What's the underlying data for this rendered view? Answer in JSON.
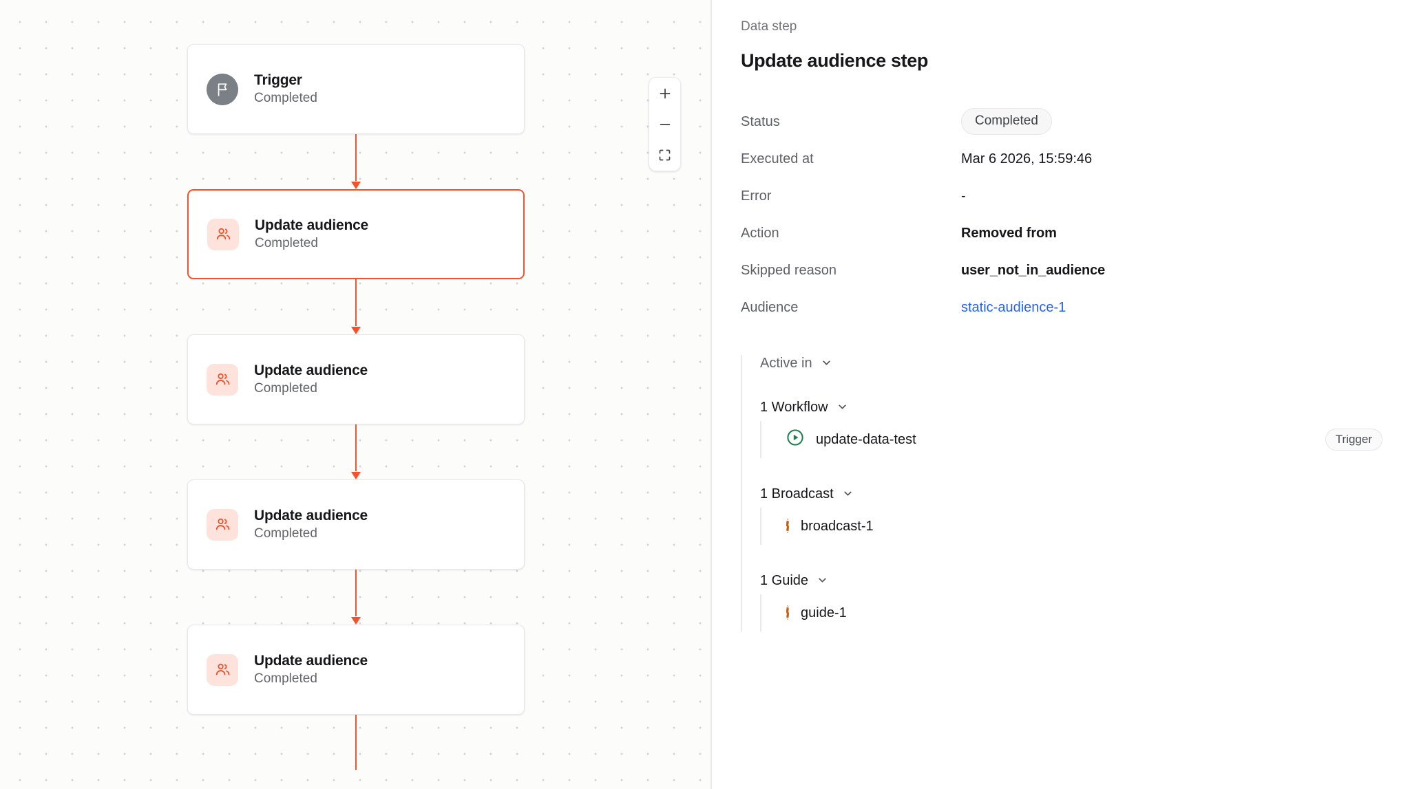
{
  "canvas": {
    "zoom_controls": {
      "zoom_in": "+",
      "zoom_out": "−",
      "fit_view": "fit-view"
    },
    "nodes": [
      {
        "title": "Trigger",
        "status": "Completed",
        "icon": "flag-icon",
        "selected": false
      },
      {
        "title": "Update audience",
        "status": "Completed",
        "icon": "users-icon",
        "selected": true
      },
      {
        "title": "Update audience",
        "status": "Completed",
        "icon": "users-icon",
        "selected": false
      },
      {
        "title": "Update audience",
        "status": "Completed",
        "icon": "users-icon",
        "selected": false
      },
      {
        "title": "Update audience",
        "status": "Completed",
        "icon": "users-icon",
        "selected": false
      }
    ]
  },
  "panel": {
    "eyebrow": "Data step",
    "title": "Update audience step",
    "fields": [
      {
        "label": "Status",
        "value": "Completed",
        "kind": "pill"
      },
      {
        "label": "Executed at",
        "value": "Mar 6 2026, 15:59:46",
        "kind": "text"
      },
      {
        "label": "Error",
        "value": "-",
        "kind": "text"
      },
      {
        "label": "Action",
        "value": "Removed from",
        "kind": "bold"
      },
      {
        "label": "Skipped reason",
        "value": "user_not_in_audience",
        "kind": "bold"
      },
      {
        "label": "Audience",
        "value": "static-audience-1",
        "kind": "link"
      }
    ],
    "active_in": {
      "header": "Active in",
      "groups": [
        {
          "title": "1 Workflow",
          "items": [
            {
              "label": "update-data-test",
              "icon": "play-circle-icon",
              "badge": "Trigger"
            }
          ]
        },
        {
          "title": "1 Broadcast",
          "items": [
            {
              "label": "broadcast-1",
              "icon": "dashed-circle-icon",
              "badge": ""
            }
          ]
        },
        {
          "title": "1 Guide",
          "items": [
            {
              "label": "guide-1",
              "icon": "dashed-circle-icon",
              "badge": ""
            }
          ]
        }
      ]
    }
  },
  "colors": {
    "accent_orange": "#f5522b",
    "link_blue": "#2563eb",
    "success_green": "#1a8049",
    "draft_amber": "#c2600f",
    "canvas_bg": "#fcfcfa"
  }
}
